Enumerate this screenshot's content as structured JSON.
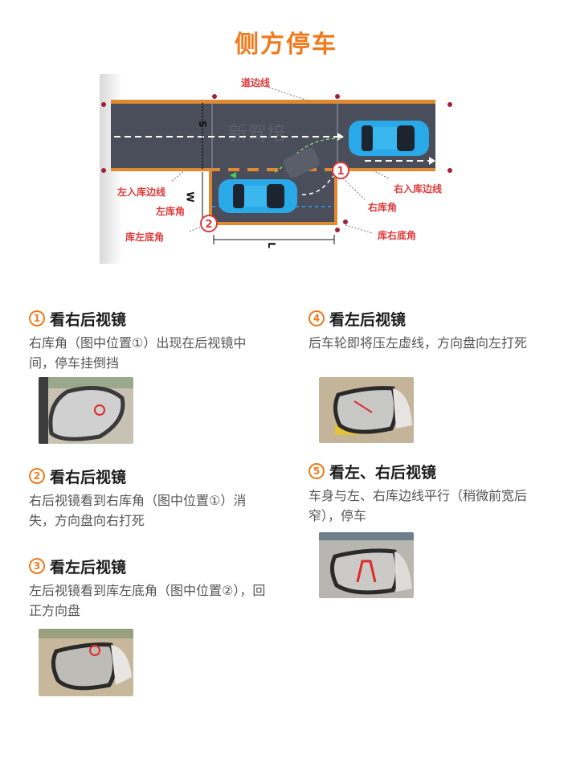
{
  "title": "侧方停车",
  "diagram": {
    "labels": {
      "road_edge_line": "道边线",
      "left_entry_line": "左入库边线",
      "right_entry_line": "右入库边线",
      "left_corner": "左库角",
      "right_corner": "右库角",
      "bay_left_bottom_corner": "库左底角",
      "bay_right_bottom_corner": "库右底角",
      "dim_s": "S",
      "dim_w": "W",
      "dim_l": "L",
      "marker_1": "①",
      "marker_2": "②",
      "watermark": "新驾培"
    },
    "colors": {
      "road": "#4a4d5a",
      "line": "#e0892e",
      "car": "#29a9e8",
      "label": "#e03a3a",
      "accent": "#f07a1c"
    }
  },
  "steps": [
    {
      "num": "1",
      "heading": "看右后视镜",
      "desc": "右库角（图中位置①）出现在后视镜中间，停车挂倒挡",
      "image": "right-mirror-photo-with-red-circle"
    },
    {
      "num": "2",
      "heading": "看右后视镜",
      "desc": "右后视镜看到右库角（图中位置①）消失，方向盘向右打死"
    },
    {
      "num": "3",
      "heading": "看左后视镜",
      "desc": "左后视镜看到库左底角（图中位置②），回正方向盘",
      "image": "left-mirror-photo-with-red-circle"
    },
    {
      "num": "4",
      "heading": "看左后视镜",
      "desc": "后车轮即将压左虚线，方向盘向左打死",
      "image": "left-mirror-photo-with-red-arrow"
    },
    {
      "num": "5",
      "heading": "看左、右后视镜",
      "desc": "车身与左、右库边线平行（稍微前宽后窄），停车",
      "image": "left-mirror-photo-with-red-bay-lines"
    }
  ]
}
